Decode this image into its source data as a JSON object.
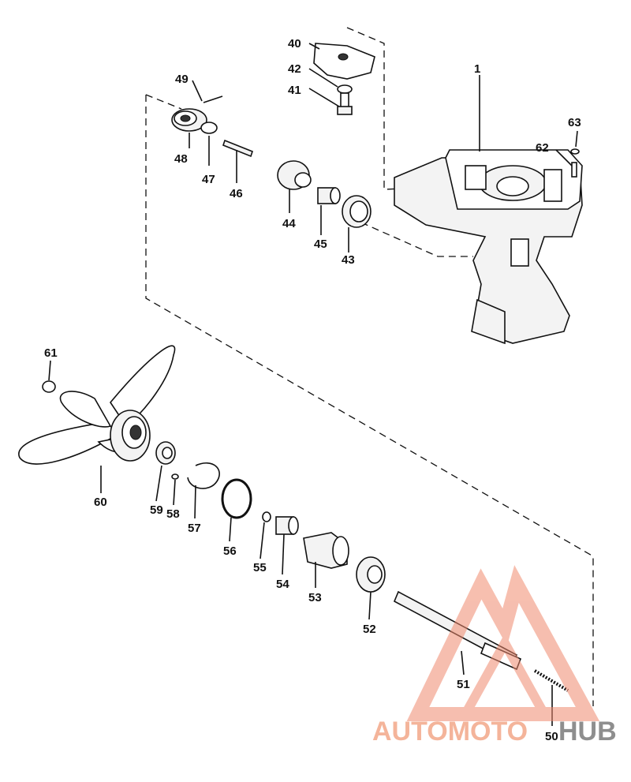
{
  "diagram": {
    "callouts": [
      {
        "id": "1",
        "label": "1"
      },
      {
        "id": "40",
        "label": "40"
      },
      {
        "id": "41",
        "label": "41"
      },
      {
        "id": "42",
        "label": "42"
      },
      {
        "id": "43",
        "label": "43"
      },
      {
        "id": "44",
        "label": "44"
      },
      {
        "id": "45",
        "label": "45"
      },
      {
        "id": "46",
        "label": "46"
      },
      {
        "id": "47",
        "label": "47"
      },
      {
        "id": "48",
        "label": "48"
      },
      {
        "id": "49",
        "label": "49"
      },
      {
        "id": "50",
        "label": "50"
      },
      {
        "id": "51",
        "label": "51"
      },
      {
        "id": "52",
        "label": "52"
      },
      {
        "id": "53",
        "label": "53"
      },
      {
        "id": "54",
        "label": "54"
      },
      {
        "id": "55",
        "label": "55"
      },
      {
        "id": "56",
        "label": "56"
      },
      {
        "id": "57",
        "label": "57"
      },
      {
        "id": "58",
        "label": "58"
      },
      {
        "id": "59",
        "label": "59"
      },
      {
        "id": "60",
        "label": "60"
      },
      {
        "id": "61",
        "label": "61"
      },
      {
        "id": "62",
        "label": "62"
      },
      {
        "id": "63",
        "label": "63"
      }
    ]
  },
  "watermark": {
    "part1": "AUTOMOTO",
    "part2": "HUB",
    "color_primary": "#f08a6e",
    "color_secondary": "#8e8e8e"
  }
}
